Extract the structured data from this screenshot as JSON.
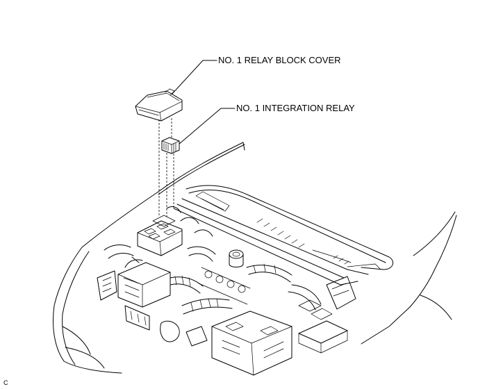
{
  "labels": {
    "cover": "NO. 1 RELAY BLOCK COVER",
    "relay": "NO. 1 INTEGRATION RELAY"
  },
  "corner_code": "C",
  "colors": {
    "line": "#000000",
    "background": "#ffffff"
  }
}
